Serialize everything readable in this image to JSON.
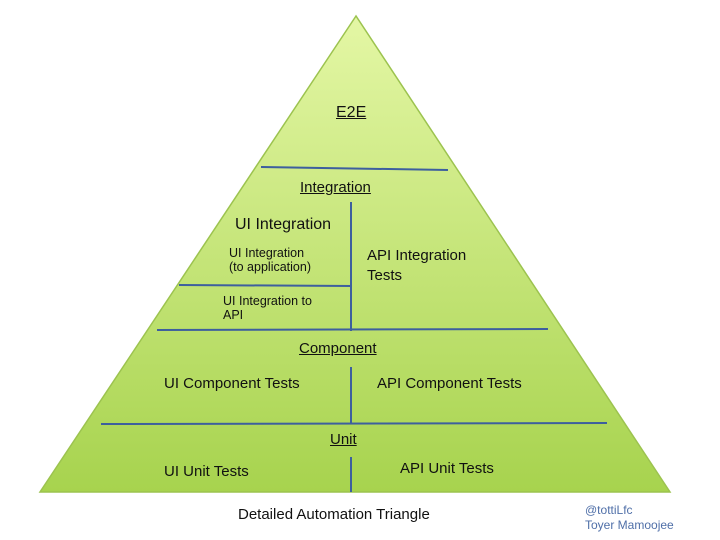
{
  "colors": {
    "fill_top": "#e4f7a5",
    "fill_bottom": "#a7d34e",
    "outline": "#9cc34f",
    "divider": "#3d5f9e",
    "credit_text": "#4f6fa8"
  },
  "pyramid": {
    "apex_label": "E2E",
    "integration": {
      "title": "Integration",
      "ui_integration": "UI Integration",
      "ui_to_application": [
        "UI Integration",
        "(to application)"
      ],
      "ui_to_api": [
        "UI Integration to",
        "API"
      ],
      "api_integration": [
        "API Integration",
        "Tests"
      ]
    },
    "component": {
      "title": "Component",
      "ui": "UI Component Tests",
      "api": "API Component Tests"
    },
    "unit": {
      "title": "Unit",
      "ui": "UI Unit Tests",
      "api": "API Unit Tests"
    }
  },
  "caption": "Detailed Automation Triangle",
  "credit": {
    "handle": "@tottiLfc",
    "name": "Toyer Mamoojee"
  }
}
